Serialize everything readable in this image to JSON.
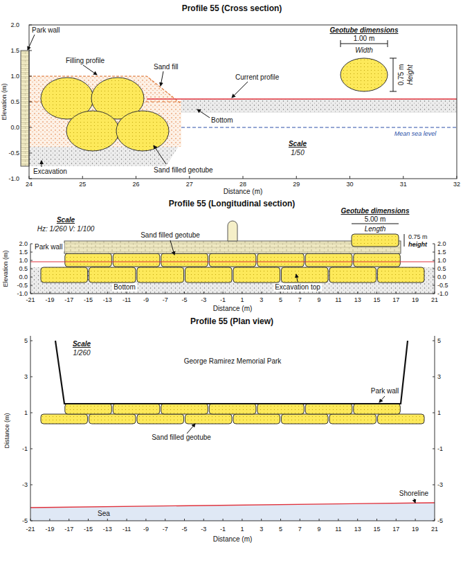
{
  "diagram": {
    "labels": [
      "Profile 55 (Cross section)",
      "Geotube dimensions",
      "1.00 m",
      "Width",
      "0.75 m",
      "Height",
      "Park wall",
      "Filling profile",
      "Sand fill",
      "Current profile",
      "Bottom",
      "Mean sea level",
      "Sand filled geotube",
      "Excavation",
      "Scale",
      "1/50",
      "Elevation (m)",
      "Distance (m)",
      "2.0",
      "1.5",
      "1.0",
      "0.5",
      "0.0",
      "-0.5",
      "-1.0",
      "24",
      "25",
      "26",
      "27",
      "28",
      "29",
      "30",
      "31",
      "32",
      "Profile 55 (Longitudinal section)",
      "Geotube dimensions",
      "5.00 m",
      "Length",
      "0.75 m",
      "height",
      "Scale",
      "Hz: 1/260 V: 1/100",
      "Park wall",
      "Sand filled geotube",
      "Bottom",
      "Excavation top",
      "Elevation (m)",
      "Distance (m)",
      "2.0",
      "1.5",
      "1.0",
      "0.5",
      "0.0",
      "-0.5",
      "-1.0",
      "2.0",
      "1.5",
      "1.0",
      "0.5",
      "0.0",
      "-0.5",
      "-1.0",
      "-21",
      "-19",
      "-17",
      "-15",
      "-13",
      "-11",
      "-9",
      "-7",
      "-5",
      "-3",
      "-1",
      "1",
      "3",
      "5",
      "7",
      "9",
      "11",
      "13",
      "15",
      "17",
      "19",
      "21",
      "Profile 55 (Plan view)",
      "Scale",
      "1/260",
      "George Ramirez Memorial Park",
      "Park wall",
      "Sand filled geotube",
      "Shoreline",
      "Sea",
      "Distance (m)",
      "Distance (m)",
      "5",
      "3",
      "1",
      "-1",
      "-3",
      "-5",
      "5",
      "3",
      "1",
      "-1",
      "-3",
      "-5",
      "-21",
      "-19",
      "-17",
      "-15",
      "-13",
      "-11",
      "-9",
      "-7",
      "-5",
      "-3",
      "-1",
      "1",
      "3",
      "5",
      "7",
      "9",
      "11",
      "13",
      "15",
      "17",
      "19",
      "21"
    ]
  }
}
